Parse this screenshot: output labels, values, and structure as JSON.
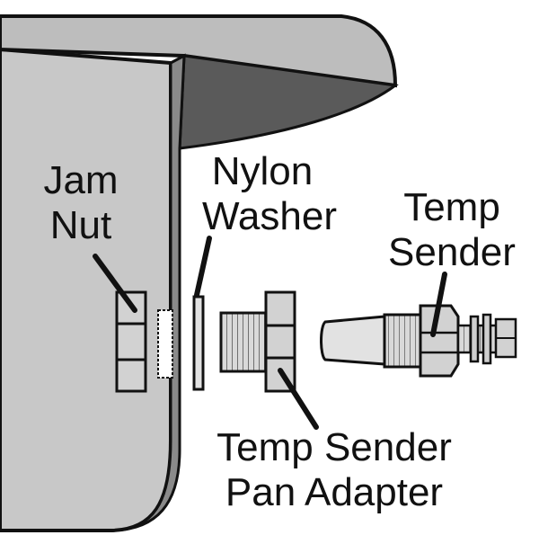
{
  "labels": {
    "jam_nut": [
      "Jam",
      "Nut"
    ],
    "nylon_washer": [
      "Nylon",
      "Washer"
    ],
    "temp_sender": [
      "Temp",
      "Sender"
    ],
    "pan_adapter": [
      "Temp Sender",
      "Pan Adapter"
    ]
  },
  "colors": {
    "outline": "#111111",
    "pan_fill": "#c8c8c8",
    "pan_dark": "#5a5a5a",
    "part_fill": "#d2d2d2",
    "light_fill": "#e2e2e2",
    "text": "#111111",
    "background": "#ffffff"
  }
}
